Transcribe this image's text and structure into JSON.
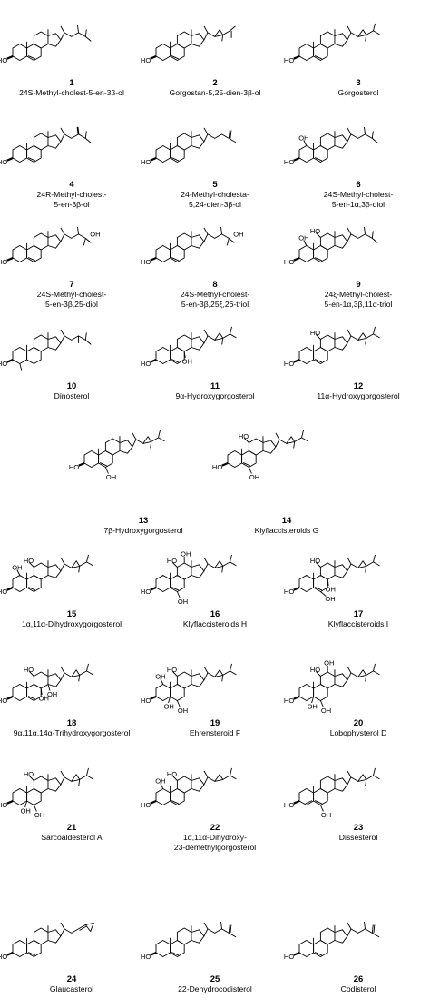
{
  "compounds": [
    {
      "number": "1",
      "name": "24S-Methyl-cholest-5-en-3β-ol"
    },
    {
      "number": "2",
      "name": "Gorgostan-5,25-dien-3β-ol"
    },
    {
      "number": "3",
      "name": "Gorgosterol"
    },
    {
      "number": "4",
      "name": "24R-Methyl-cholest-\n5-en-3β-ol"
    },
    {
      "number": "5",
      "name": "24-Methyl-cholesta-\n5,24-dien-3β-ol"
    },
    {
      "number": "6",
      "name": "24S-Methyl-cholest-\n5-en-1α,3β-diol"
    },
    {
      "number": "7",
      "name": "24S-Methyl-cholest-\n5-en-3β,25-diol"
    },
    {
      "number": "8",
      "name": "24S-Methyl-cholest-\n5-en-3β,25ξ,26-triol"
    },
    {
      "number": "9",
      "name": "24ξ-Methyl-cholest-\n5-en-1α,3β,11α-triol"
    },
    {
      "number": "10",
      "name": "Dinosterol"
    },
    {
      "number": "11",
      "name": "9α-Hydroxygorgosterol"
    },
    {
      "number": "12",
      "name": "11α-Hydroxygorgosterol"
    },
    {
      "number": "13",
      "name": "7β-Hydroxygorgosterol"
    },
    {
      "number": "14",
      "name": "Klyflaccisteroids G"
    },
    {
      "number": "15",
      "name": "1α,11α-Dihydroxygorgosterol"
    },
    {
      "number": "16",
      "name": "Klyflaccisteroids H"
    },
    {
      "number": "17",
      "name": "Klyflaccisteroids I"
    },
    {
      "number": "18",
      "name": "9α,11α,14α-Trihydroxygorgosterol"
    },
    {
      "number": "19",
      "name": "Ehrensteroid F"
    },
    {
      "number": "20",
      "name": "Lobophysterol D"
    },
    {
      "number": "21",
      "name": "Sarcoaldesterol A"
    },
    {
      "number": "22",
      "name": "1α,11α-Dihydroxy-\n23-demethylgorgosterol"
    },
    {
      "number": "23",
      "name": "Dissesterol"
    },
    {
      "number": "24",
      "name": "Glaucasterol"
    },
    {
      "number": "25",
      "name": "22-Dehydrocodisterol"
    },
    {
      "number": "26",
      "name": "Codisterol"
    }
  ],
  "atom_labels": {
    "oh": "OH",
    "ho": "HO"
  },
  "colors": {
    "ink": "#000000",
    "background": "#ffffff"
  }
}
